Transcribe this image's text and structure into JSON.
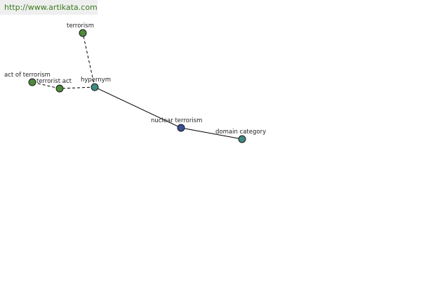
{
  "header": {
    "url": "http://www.artikata.com"
  },
  "graph": {
    "nodes": {
      "terrorism": {
        "label": "terrorism",
        "color": "#4f8a3c"
      },
      "act_of_terrorism": {
        "label": "act of terrorism",
        "color": "#4f8a3c"
      },
      "terrorist_act": {
        "label": "terrorist act",
        "color": "#4f8a3c"
      },
      "hypernym": {
        "label": "hypernym",
        "color": "#3f8a82"
      },
      "nuclear_terrorism": {
        "label": "nuclear terrorism",
        "color": "#3a4f96"
      },
      "domain_category": {
        "label": "domain category",
        "color": "#3f8a82"
      }
    }
  }
}
